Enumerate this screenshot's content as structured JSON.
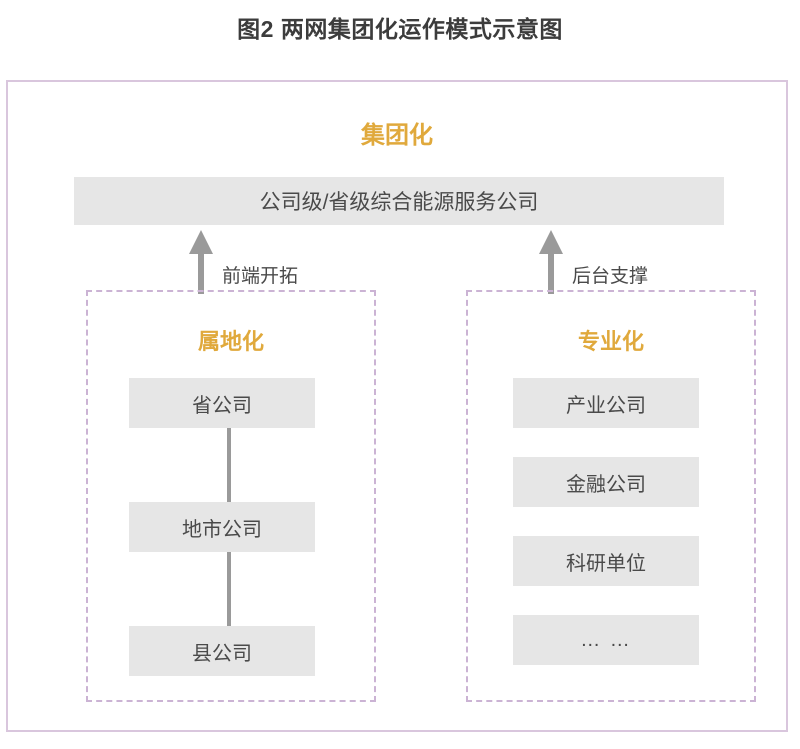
{
  "title": "图2 两网集团化运作模式示意图",
  "diagram": {
    "group_heading": "集团化",
    "top_box": {
      "label": "公司级/省级综合能源服务公司"
    },
    "arrows": [
      {
        "icon": "arrow-up-icon",
        "label": "前端开拓"
      },
      {
        "icon": "arrow-up-icon",
        "label": "后台支撑"
      }
    ],
    "panels": [
      {
        "heading": "属地化",
        "nodes": [
          {
            "label": "省公司"
          },
          {
            "label": "地市公司"
          },
          {
            "label": "县公司"
          }
        ]
      },
      {
        "heading": "专业化",
        "nodes": [
          {
            "label": "产业公司"
          },
          {
            "label": "金融公司"
          },
          {
            "label": "科研单位"
          },
          {
            "label": "… …"
          }
        ]
      }
    ]
  },
  "colors": {
    "accent_gold": "#e0a93c",
    "frame_purple": "#d9c6dd",
    "dashed_purple": "#cbb3d4",
    "box_gray": "#e6e6e6",
    "text_gray": "#4a4a4a",
    "connector_gray": "#9a9a9a"
  }
}
